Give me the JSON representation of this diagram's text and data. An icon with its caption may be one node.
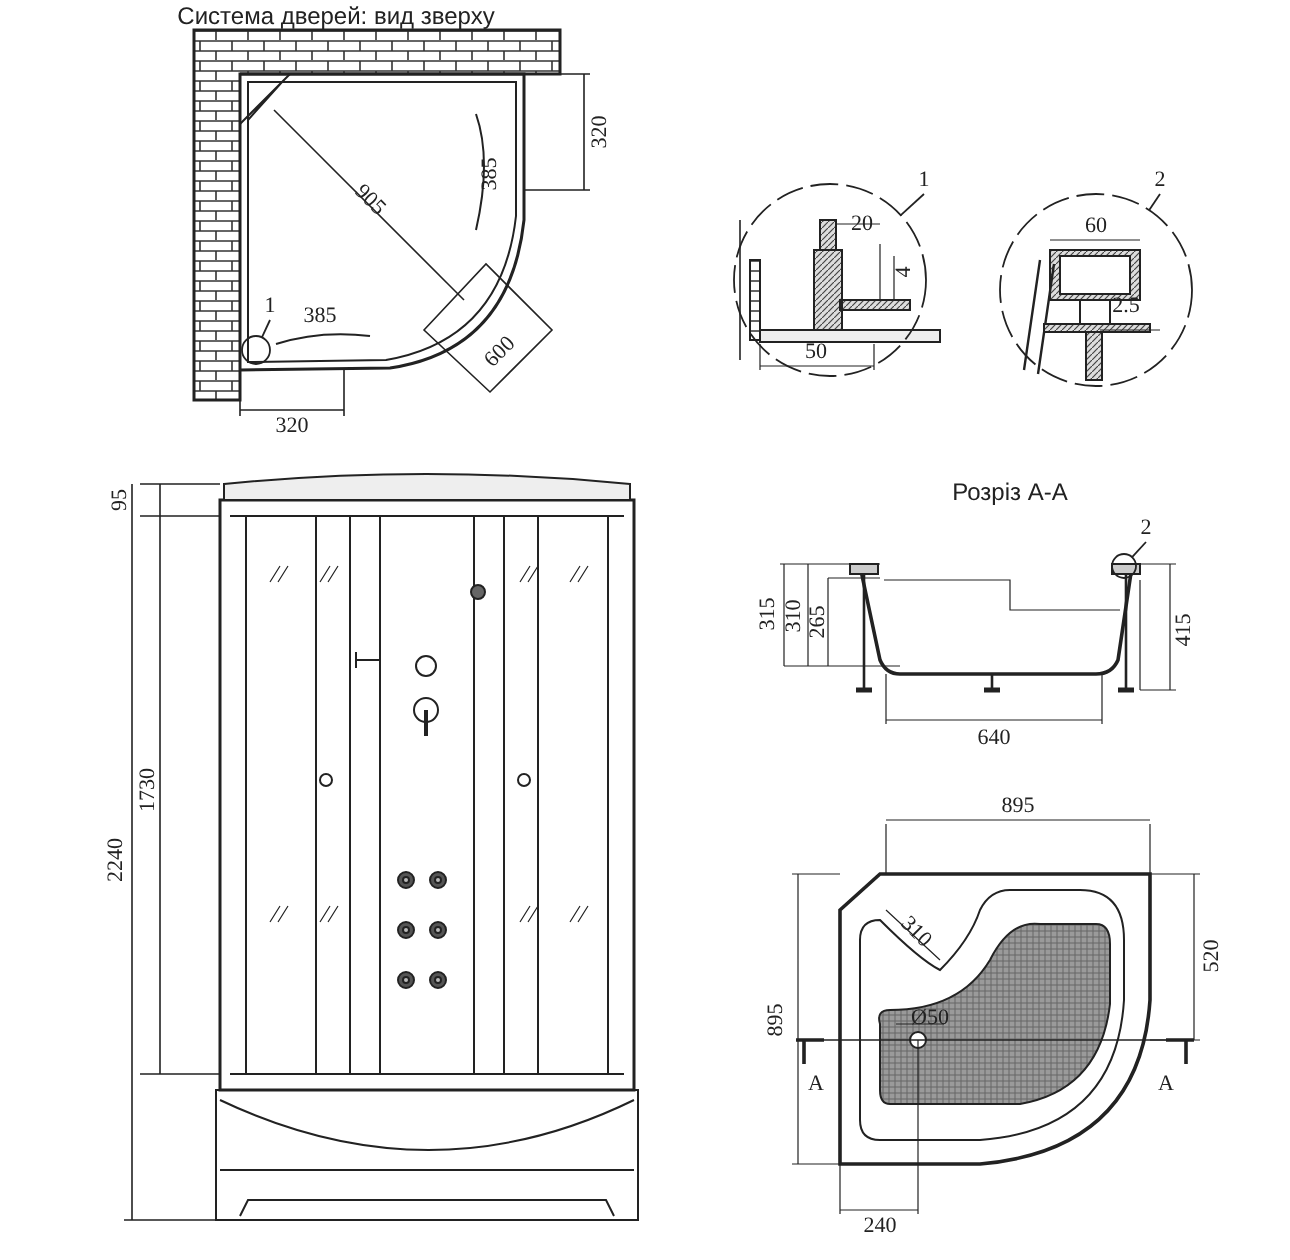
{
  "diagram": {
    "title": "Система дверей: вид зверху",
    "nodes": [
      {
        "text": [
          "1"
        ]
      },
      {
        "text": [],
        "shape": "circle"
      },
      {
        "text": [
          "1"
        ]
      },
      {
        "text": [],
        "shape": "circle"
      },
      {
        "text": [
          "2"
        ]
      },
      {
        "text": [],
        "shape": "circle"
      },
      {
        "text": [
          "2"
        ]
      },
      {
        "text": [],
        "shape": "circle"
      }
    ],
    "edges": [
      {
        "from": 0,
        "to": 1,
        "arrow": "none"
      },
      {
        "from": 2,
        "to": 3,
        "arrow": "none"
      },
      {
        "from": 4,
        "to": 5,
        "arrow": "none"
      },
      {
        "from": 6,
        "to": 7,
        "arrow": "none"
      }
    ],
    "labels": [
      "320",
      "905",
      "385",
      "385",
      "600",
      "320",
      "20",
      "4",
      "50",
      "60",
      "2.5",
      "95",
      "Розріз А-А",
      "1730",
      "2240",
      "315",
      "310",
      "265",
      "415",
      "640",
      "895",
      "310",
      "520",
      "895",
      "Ø50",
      "А",
      "А",
      "240"
    ]
  }
}
